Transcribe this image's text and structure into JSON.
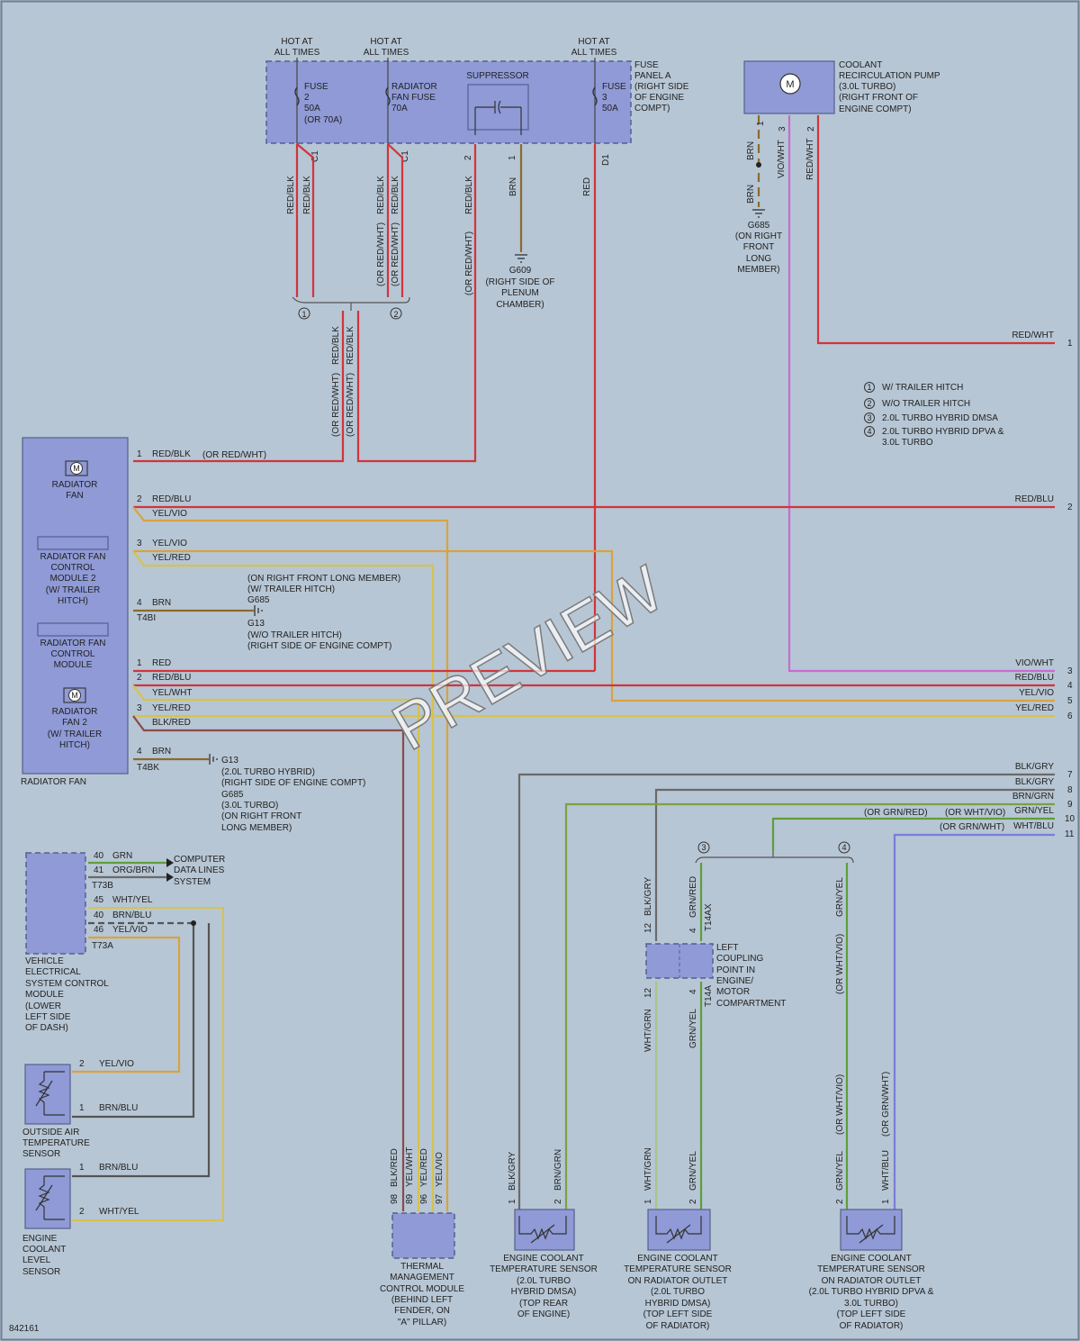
{
  "fuse_panel": {
    "hot1": [
      "HOT AT",
      "ALL TIMES"
    ],
    "hot2": [
      "HOT AT",
      "ALL TIMES"
    ],
    "hot3": [
      "HOT AT",
      "ALL TIMES"
    ],
    "fuse2": [
      "FUSE",
      "2",
      "50A",
      "(OR 70A)"
    ],
    "rad_fuse": [
      "RADIATOR",
      "FAN FUSE",
      "70A"
    ],
    "suppressor": "SUPPRESSOR",
    "fuse3": [
      "FUSE",
      "3",
      "50A"
    ],
    "panel_label": [
      "FUSE",
      "PANEL A",
      "(RIGHT SIDE",
      "OF ENGINE",
      "COMPT)"
    ],
    "pins": {
      "c1a": "C1",
      "c1b": "C1",
      "p2": "2",
      "p1": "1",
      "d1": "D1"
    }
  },
  "coolant_pump": {
    "label": [
      "COOLANT",
      "RECIRCULATION PUMP",
      "(3.0L TURBO)",
      "(RIGHT FRONT OF",
      "ENGINE COMPT)"
    ],
    "pins": {
      "p1": "1",
      "p3": "3",
      "p2": "2"
    },
    "motor": "M"
  },
  "ground_g685_pump": [
    "G685",
    "(ON RIGHT",
    "FRONT",
    "LONG",
    "MEMBER)"
  ],
  "ground_g609": [
    "G609",
    "(RIGHT SIDE OF",
    "PLENUM",
    "CHAMBER)"
  ],
  "legend": [
    {
      "num": "1",
      "text": "W/ TRAILER HITCH"
    },
    {
      "num": "2",
      "text": "W/O TRAILER HITCH"
    },
    {
      "num": "3",
      "text": "2.0L TURBO HYBRID DMSA"
    },
    {
      "num": "4",
      "text": "2.0L TURBO HYBRID DPVA &"
    },
    {
      "num": "",
      "text": "3.0L TURBO"
    }
  ],
  "splice_nums": {
    "s1": "1",
    "s2": "2",
    "s3": "3",
    "s4": "4"
  },
  "wire_labels": {
    "fp_red_blk_1": "RED/BLK",
    "fp_red_blk_2": "RED/BLK",
    "fp_red_blk_3": "RED/BLK",
    "fp_red_blk_4": "RED/BLK",
    "fp_or_redwht_1": "(OR RED/WHT)",
    "fp_or_redwht_2": "(OR RED/WHT)",
    "fp_red_blk_5": "RED/BLK",
    "fp_or_redwht_3": "(OR RED/WHT)",
    "fp_brn": "BRN",
    "fp_red": "RED",
    "mid_red_blk_1": "RED/BLK",
    "mid_red_blk_2": "RED/BLK",
    "mid_or_1": "(OR RED/WHT)",
    "mid_or_2": "(OR RED/WHT)",
    "pump_brn_1": "BRN",
    "pump_brn_2": "BRN",
    "pump_viowht": "VIO/WHT",
    "pump_redwht": "RED/WHT"
  },
  "radiator_fan": {
    "fan1": [
      "RADIATOR",
      "FAN"
    ],
    "ctrl2": [
      "RADIATOR FAN",
      "CONTROL",
      "MODULE 2",
      "(W/ TRAILER",
      "HITCH)"
    ],
    "ctrl": [
      "RADIATOR FAN",
      "CONTROL",
      "MODULE"
    ],
    "fan2": [
      "RADIATOR",
      "FAN 2",
      "(W/ TRAILER",
      "HITCH)"
    ],
    "title": "RADIATOR FAN",
    "connector_top": "T4BI",
    "connector_bot": "T4BK",
    "pins": [
      {
        "num": "1",
        "wire": "RED/BLK",
        "extra": "(OR RED/WHT)"
      },
      {
        "num": "2",
        "wire": "RED/BLU",
        "extra": ""
      },
      {
        "num": "",
        "wire": "YEL/VIO",
        "extra": ""
      },
      {
        "num": "3",
        "wire": "YEL/VIO",
        "extra": ""
      },
      {
        "num": "",
        "wire": "YEL/RED",
        "extra": ""
      },
      {
        "num": "4",
        "wire": "BRN",
        "extra": ""
      },
      {
        "num": "1",
        "wire": "RED",
        "extra": ""
      },
      {
        "num": "2",
        "wire": "RED/BLU",
        "extra": ""
      },
      {
        "num": "",
        "wire": "YEL/WHT",
        "extra": ""
      },
      {
        "num": "3",
        "wire": "YEL/RED",
        "extra": ""
      },
      {
        "num": "",
        "wire": "BLK/RED",
        "extra": ""
      },
      {
        "num": "4",
        "wire": "BRN",
        "extra": ""
      }
    ]
  },
  "ground_mid": [
    "(ON RIGHT FRONT LONG MEMBER)",
    "(W/ TRAILER HITCH)",
    "G685",
    "G13",
    "(W/O TRAILER HITCH)",
    "(RIGHT SIDE OF ENGINE COMPT)"
  ],
  "ground_low": [
    "G13",
    "(2.0L TURBO HYBRID)",
    "(RIGHT SIDE OF ENGINE COMPT)",
    "G685",
    "(3.0L TURBO)",
    "(ON RIGHT FRONT",
    "LONG MEMBER)"
  ],
  "right_edge": [
    {
      "wire": "RED/WHT",
      "num": "1"
    },
    {
      "wire": "RED/BLU",
      "num": "2"
    },
    {
      "wire": "VIO/WHT",
      "num": "3"
    },
    {
      "wire": "RED/BLU",
      "num": "4"
    },
    {
      "wire": "YEL/VIO",
      "num": "5"
    },
    {
      "wire": "YEL/RED",
      "num": "6"
    },
    {
      "wire": "BLK/GRY",
      "num": "7"
    },
    {
      "wire": "BLK/GRY",
      "num": "8"
    },
    {
      "wire": "BRN/GRN",
      "num": "9"
    },
    {
      "wire": "GRN/YEL",
      "num": "10"
    },
    {
      "wire": "WHT/BLU",
      "num": "11"
    }
  ],
  "right_or": {
    "a": "(OR GRN/RED)",
    "b": "(OR WHT/VIO)",
    "c": "(OR GRN/WHT)"
  },
  "vescm": {
    "label": [
      "VEHICLE",
      "ELECTRICAL",
      "SYSTEM CONTROL",
      "MODULE",
      "(LOWER",
      "LEFT SIDE",
      "OF DASH)"
    ],
    "connector_a": "T73B",
    "connector_b": "T73A",
    "pins": [
      {
        "num": "40",
        "wire": "GRN"
      },
      {
        "num": "41",
        "wire": "ORG/BRN"
      },
      {
        "num": "45",
        "wire": "WHT/YEL"
      },
      {
        "num": "40",
        "wire": "BRN/BLU"
      },
      {
        "num": "46",
        "wire": "YEL/VIO"
      }
    ],
    "computer": [
      "COMPUTER",
      "DATA LINES",
      "SYSTEM"
    ]
  },
  "oat_sensor": {
    "label": [
      "OUTSIDE AIR",
      "TEMPERATURE",
      "SENSOR"
    ],
    "p2": "2",
    "w2": "YEL/VIO",
    "p1": "1",
    "w1": "BRN/BLU"
  },
  "level_sensor": {
    "label": [
      "ENGINE",
      "COOLANT",
      "LEVEL",
      "SENSOR"
    ],
    "p1": "1",
    "w1": "BRN/BLU",
    "p2": "2",
    "w2": "WHT/YEL"
  },
  "thermal": {
    "label": [
      "THERMAL",
      "MANAGEMENT",
      "CONTROL MODULE",
      "(BEHIND LEFT",
      "FENDER, ON",
      "\"A\" PILLAR)"
    ],
    "pins": [
      {
        "num": "98",
        "wire": "BLK/RED"
      },
      {
        "num": "89",
        "wire": "YEL/WHT"
      },
      {
        "num": "96",
        "wire": "YEL/RED"
      },
      {
        "num": "97",
        "wire": "YEL/VIO"
      }
    ]
  },
  "ect1": {
    "label": [
      "ENGINE COOLANT",
      "TEMPERATURE SENSOR",
      "(2.0L TURBO",
      "HYBRID DMSA)",
      "(TOP REAR",
      "OF ENGINE)"
    ],
    "p1": "1",
    "w1": "BLK/GRY",
    "p2": "2",
    "w2": "BRN/GRN"
  },
  "ect2": {
    "label": [
      "ENGINE COOLANT",
      "TEMPERATURE SENSOR",
      "ON RADIATOR OUTLET",
      "(2.0L TURBO",
      "HYBRID DMSA)",
      "(TOP LEFT SIDE",
      "OF RADIATOR)"
    ],
    "p1": "1",
    "w1": "WHT/GRN",
    "p2": "2",
    "w2": "GRN/YEL"
  },
  "ect3": {
    "label": [
      "ENGINE COOLANT",
      "TEMPERATURE SENSOR",
      "ON RADIATOR OUTLET",
      "(2.0L TURBO HYBRID DPVA &",
      "3.0L TURBO)",
      "(TOP LEFT SIDE",
      "OF RADIATOR)"
    ],
    "p2": "2",
    "w2": "GRN/YEL",
    "or2": "(OR WHT/VIO)",
    "p1": "1",
    "w1": "WHT/BLU",
    "or1": "(OR GRN/WHT)"
  },
  "coupling": {
    "label": [
      "LEFT",
      "COUPLING",
      "POINT IN",
      "ENGINE/",
      "MOTOR",
      "COMPARTMENT"
    ],
    "top": {
      "p12": "12",
      "w12": "BLK/GRY",
      "p4": "4",
      "w4": "GRN/RED",
      "conn": "T14AX"
    },
    "bot": {
      "p12": "12",
      "w12": "WHT/GRN",
      "p4": "4",
      "w4": "GRN/YEL",
      "conn": "T14A"
    }
  },
  "col4_labels": {
    "top": "GRN/YEL",
    "mid": "(OR WHT/VIO)"
  },
  "figure_id": "842161",
  "watermark": "PREVIEW",
  "wire_colors": {
    "red": "#d2343c",
    "brn": "#8a6b2d",
    "yel": "#d6c24b",
    "org": "#d9a23f",
    "grn": "#5e9e3a",
    "vio": "#c86ad2",
    "blu": "#7a7ed8",
    "gry": "#6a6a6a",
    "blk": "#333333"
  }
}
